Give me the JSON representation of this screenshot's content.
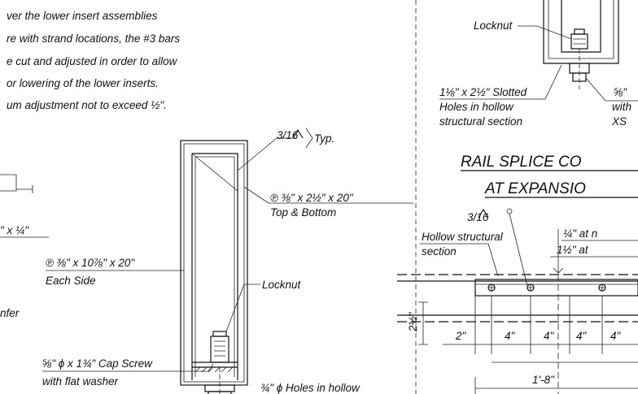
{
  "note": {
    "line1": "ver the lower insert assemblies",
    "line2": "re with strand locations, the #3 bars",
    "line3": "e cut and adjusted in order to allow",
    "line4": "or lowering of the lower inserts.",
    "line5": "um adjustment not to exceed ½\"."
  },
  "left_detail": {
    "weld_symbol": "3/16",
    "weld_typ": "Typ.",
    "plate_top": "℗ ⅜\" x 2½\" x 20\"",
    "plate_top_sub": "Top & Bottom",
    "frag_dim": "\" x ¼\"",
    "plate_side": "℗ ⅜\" x 10⅞\" x 20\"",
    "plate_side_sub": "Each Side",
    "locknut": "Locknut",
    "chamfer_frag": "nfer",
    "cap_screw": "⅝\" ϕ x 1¾\" Cap Screw",
    "cap_screw_sub": "with flat washer",
    "holes": "¾\" ϕ Holes in hollow"
  },
  "right_detail": {
    "locknut": "Locknut",
    "slotted": "1⅛\" x 2½\" Slotted",
    "slotted_sub1": "Holes in hollow",
    "slotted_sub2": "structural section",
    "frag_5_8": "⅝\"",
    "frag_with": "with",
    "frag_xs": "XS",
    "title1": "RAIL SPLICE CO",
    "title2": "AT EXPANSIO",
    "weld_symbol": "3/16",
    "hollow1": "Hollow structural",
    "hollow2": "section",
    "dim_quarter": "¼\" at n",
    "dim_1_5": "1½\" at",
    "dim_2_5": "2½\"",
    "dim_2": "2\"",
    "dim_4a": "4\"",
    "dim_4b": "4\"",
    "dim_4c": "4\"",
    "dim_4d": "4\"",
    "dim_total": "1'-8\""
  }
}
